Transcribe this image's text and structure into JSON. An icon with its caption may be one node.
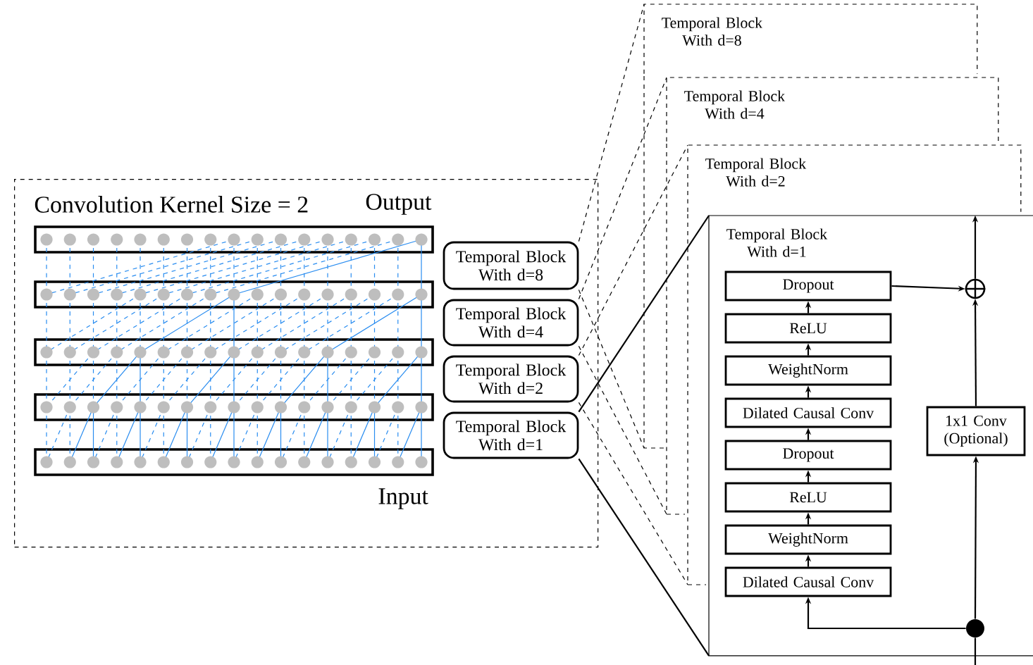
{
  "diagram": {
    "nodes": [
      {
        "text": [
          "Convolution Kernel Size = 2"
        ]
      },
      {
        "text": [
          "Temporal Block With d=8"
        ],
        "in": 0
      },
      {
        "text": [
          "Temporal Block With d=4"
        ],
        "in": 0
      },
      {
        "text": [
          "Temporal Block With d=2"
        ],
        "in": 0
      },
      {
        "text": [
          "Temporal Block With d=1"
        ],
        "in": 0
      },
      {
        "text": [
          "Temporal Block With d=8"
        ]
      },
      {
        "text": [
          "Temporal Block With d=4"
        ]
      },
      {
        "text": [
          "Temporal Block With d=2"
        ]
      },
      {
        "text": [
          "Temporal Block With d=1"
        ]
      },
      {
        "text": [
          "Dropout"
        ],
        "in": 8
      },
      {
        "text": [
          "ReLU"
        ],
        "in": 8
      },
      {
        "text": [
          "WeightNorm"
        ],
        "in": 8
      },
      {
        "text": [
          "Dilated Causal Conv"
        ],
        "in": 8
      },
      {
        "text": [
          "Dropout"
        ],
        "in": 8
      },
      {
        "text": [
          "ReLU"
        ],
        "in": 8
      },
      {
        "text": [
          "WeightNorm"
        ],
        "in": 8
      },
      {
        "text": [
          "Dilated Causal Conv"
        ],
        "in": 8
      },
      {
        "text": [
          "1x1 Conv (Optional)"
        ],
        "in": 8
      },
      {
        "text": [],
        "shape": "circle",
        "in": 8
      },
      {
        "text": [],
        "shape": "dot",
        "in": 8
      }
    ],
    "edges": [
      {
        "from": 1,
        "to": 5,
        "arrow": "none",
        "style": "dashed"
      },
      {
        "from": 1,
        "to": null,
        "arrow": "none",
        "style": "dashed"
      },
      {
        "from": 2,
        "to": 6,
        "arrow": "none",
        "style": "dashed"
      },
      {
        "from": 2,
        "to": null,
        "arrow": "none",
        "style": "dashed"
      },
      {
        "from": 3,
        "to": 7,
        "arrow": "none",
        "style": "dashed"
      },
      {
        "from": 3,
        "to": null,
        "arrow": "none",
        "style": "dashed"
      },
      {
        "from": 4,
        "to": 8,
        "arrow": "none"
      },
      {
        "from": 4,
        "to": 8,
        "arrow": "none"
      },
      {
        "from": 16,
        "to": 15,
        "arrow": "to"
      },
      {
        "from": 15,
        "to": 14,
        "arrow": "to"
      },
      {
        "from": 14,
        "to": 13,
        "arrow": "to"
      },
      {
        "from": 13,
        "to": 12,
        "arrow": "to"
      },
      {
        "from": 12,
        "to": 11,
        "arrow": "to"
      },
      {
        "from": 11,
        "to": 10,
        "arrow": "to"
      },
      {
        "from": 10,
        "to": 9,
        "arrow": "to"
      },
      {
        "from": 9,
        "to": 18,
        "arrow": "to"
      },
      {
        "from": 19,
        "to": 16,
        "arrow": "to"
      },
      {
        "from": 19,
        "to": 17,
        "arrow": "to"
      },
      {
        "from": 17,
        "to": 18,
        "arrow": "to"
      },
      {
        "from": 18,
        "to": null,
        "arrow": "to"
      },
      {
        "from": null,
        "to": 19,
        "arrow": "none"
      }
    ],
    "labels": [
      "Output",
      "Input"
    ]
  }
}
